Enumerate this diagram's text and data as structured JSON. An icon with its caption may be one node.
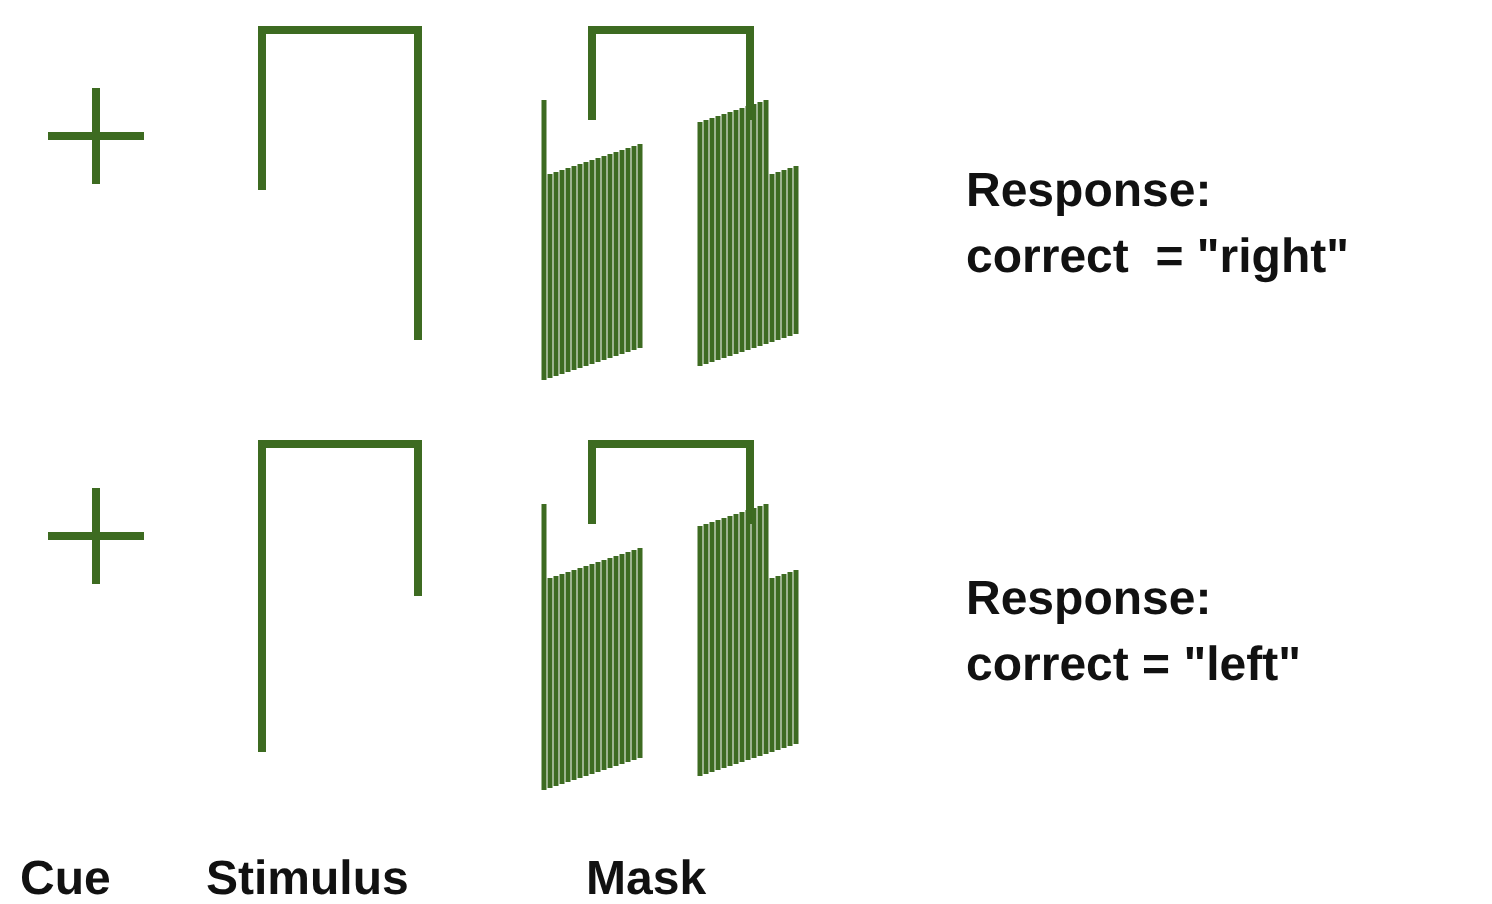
{
  "diagram": {
    "labels": [
      "Response:",
      "correct  = \"right\"",
      "Response:",
      "correct = \"left\"",
      "Cue",
      "Stimulus",
      "Mask"
    ]
  }
}
